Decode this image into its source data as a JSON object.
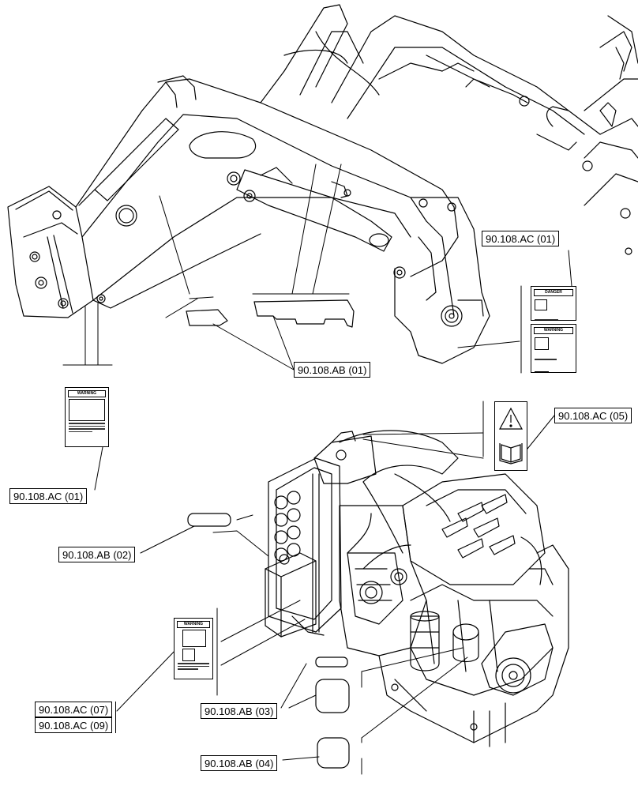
{
  "diagram": {
    "callouts": [
      {
        "id": "ac01_top",
        "text": "90.108.AC (01)"
      },
      {
        "id": "ab01",
        "text": "90.108.AB (01)"
      },
      {
        "id": "ac05",
        "text": "90.108.AC (05)"
      },
      {
        "id": "ac01_left",
        "text": "90.108.AC (01)"
      },
      {
        "id": "ab02",
        "text": "90.108.AB (02)"
      },
      {
        "id": "ac07",
        "text": "90.108.AC (07)"
      },
      {
        "id": "ac09",
        "text": "90.108.AC (09)"
      },
      {
        "id": "ab03",
        "text": "90.108.AB (03)"
      },
      {
        "id": "ab04",
        "text": "90.108.AB (04)"
      }
    ],
    "decal_headers": {
      "danger": "DANGER",
      "warning": "WARNING"
    },
    "colors": {
      "line": "#000000",
      "background": "#ffffff"
    }
  }
}
